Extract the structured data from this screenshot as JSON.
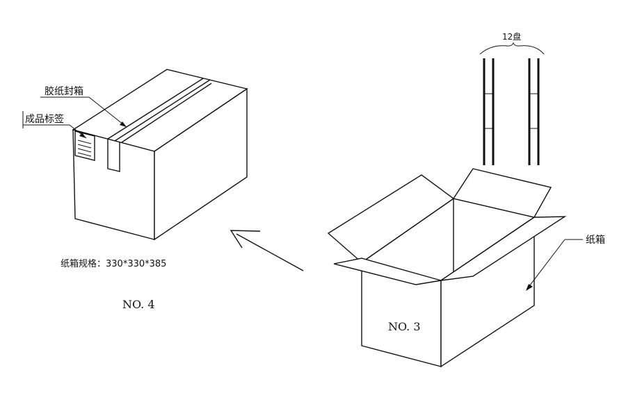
{
  "labels": {
    "tape": "胶纸封箱",
    "product_label": "成品标签",
    "spec": "纸箱规格：330*330*385",
    "closed_box_id": "NO. 4",
    "open_box_id": "NO. 3",
    "carton": "纸箱",
    "reel_count": "12盘"
  }
}
